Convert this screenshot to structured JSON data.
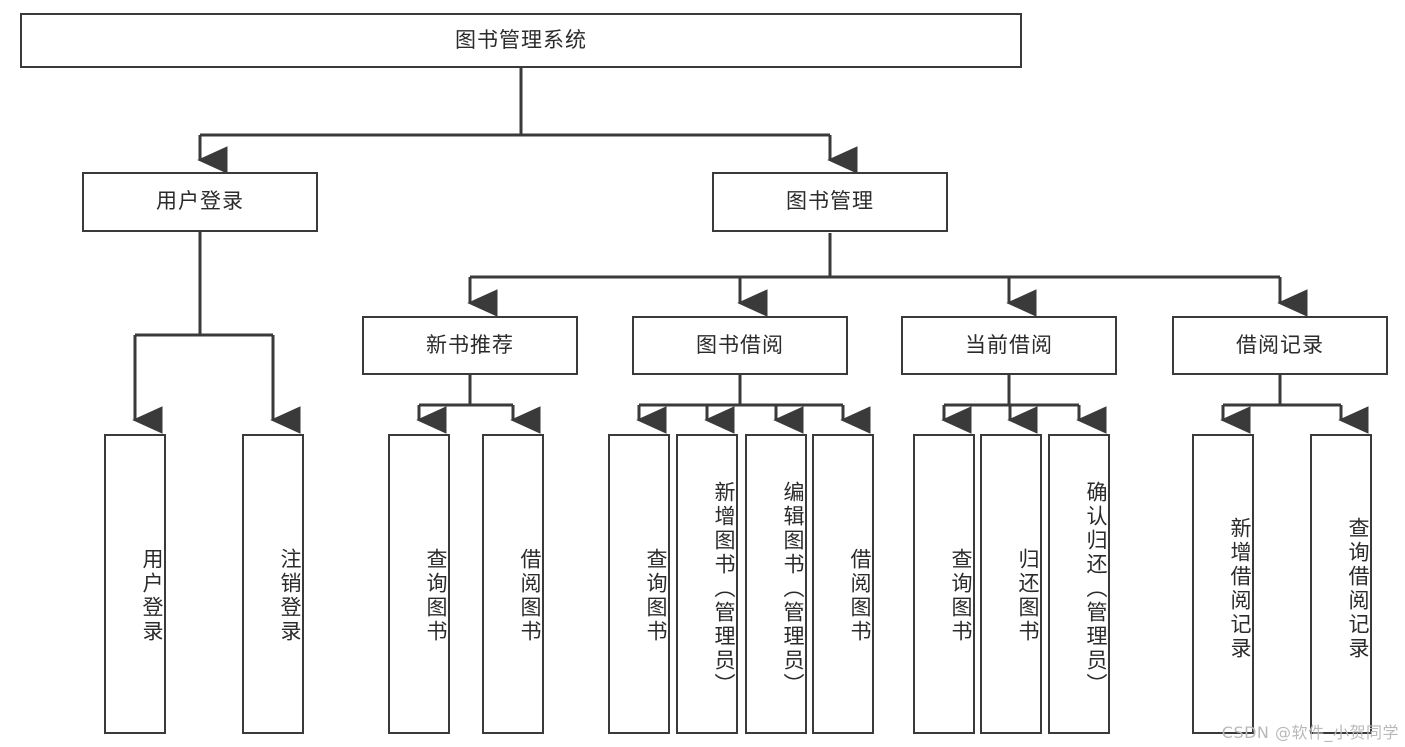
{
  "diagram": {
    "title": "图书管理系统",
    "watermark": "CSDN @软件_小贺同学",
    "line_color": "#3a3a3a",
    "box_fill": "#ffffff",
    "text_color": "#2b2b2b",
    "root": {
      "label": "图书管理系统"
    },
    "level2": [
      {
        "label": "用户登录"
      },
      {
        "label": "图书管理"
      }
    ],
    "level3": [
      {
        "label": "新书推荐"
      },
      {
        "label": "图书借阅"
      },
      {
        "label": "当前借阅"
      },
      {
        "label": "借阅记录"
      }
    ],
    "leaves": {
      "user_login": [
        {
          "label": "用户登录"
        },
        {
          "label": "注销登录"
        }
      ],
      "new_book": [
        {
          "label": "查询图书"
        },
        {
          "label": "借阅图书"
        }
      ],
      "book_borrow": [
        {
          "label": "查询图书"
        },
        {
          "label": "新增图书（管理员）"
        },
        {
          "label": "编辑图书（管理员）"
        },
        {
          "label": "借阅图书"
        }
      ],
      "current_borrow": [
        {
          "label": "查询图书"
        },
        {
          "label": "归还图书"
        },
        {
          "label": "确认归还（管理员）"
        }
      ],
      "borrow_record": [
        {
          "label": "新增借阅记录"
        },
        {
          "label": "查询借阅记录"
        }
      ]
    }
  }
}
